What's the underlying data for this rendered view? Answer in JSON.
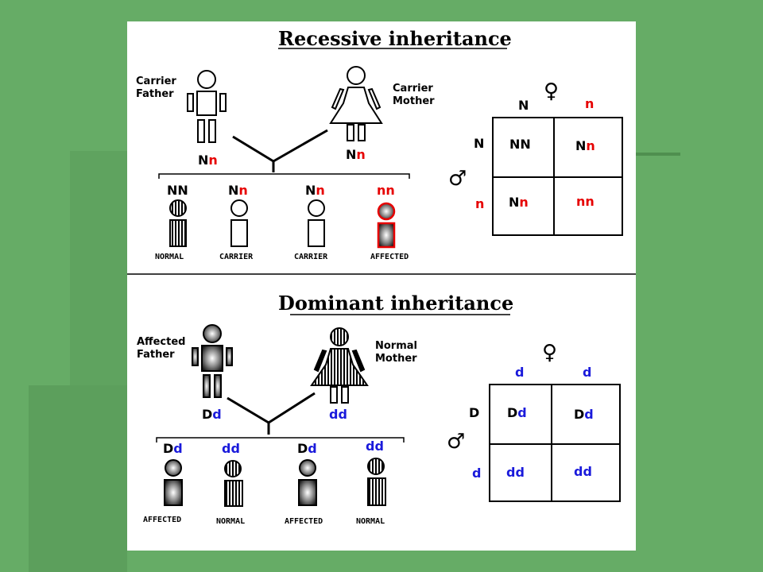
{
  "colors": {
    "background": "#66ac66",
    "panel": "#ffffff",
    "recessive_allele": "#e60000",
    "dominant_context_allele": "#1a1adb"
  },
  "recessive": {
    "title": "Recessive inheritance",
    "father_label": [
      "Carrier",
      "Father"
    ],
    "mother_label": [
      "Carrier",
      "Mother"
    ],
    "father_genotype": [
      "N",
      "n"
    ],
    "mother_genotype": [
      "N",
      "n"
    ],
    "children": [
      {
        "genotype": [
          "N",
          "N"
        ],
        "status": "NORMAL"
      },
      {
        "genotype": [
          "N",
          "n"
        ],
        "status": "CARRIER"
      },
      {
        "genotype": [
          "N",
          "n"
        ],
        "status": "CARRIER"
      },
      {
        "genotype": [
          "n",
          "n"
        ],
        "status": "AFFECTED"
      }
    ],
    "punnett": {
      "female_alleles": [
        "N",
        "n"
      ],
      "male_alleles": [
        "N",
        "n"
      ],
      "cells": [
        [
          "N",
          "N"
        ],
        [
          "N",
          "n"
        ],
        [
          "N",
          "n"
        ],
        [
          "n",
          "n"
        ]
      ],
      "female_symbol": "♀",
      "male_symbol": "♂"
    }
  },
  "dominant": {
    "title": "Dominant inheritance",
    "father_label": [
      "Affected",
      "Father"
    ],
    "mother_label": [
      "Normal",
      "Mother"
    ],
    "father_genotype": [
      "D",
      "d"
    ],
    "mother_genotype": [
      "d",
      "d"
    ],
    "children": [
      {
        "genotype": [
          "D",
          "d"
        ],
        "status": "AFFECTED"
      },
      {
        "genotype": [
          "d",
          "d"
        ],
        "status": "NORMAL"
      },
      {
        "genotype": [
          "D",
          "d"
        ],
        "status": "AFFECTED"
      },
      {
        "genotype": [
          "d",
          "d"
        ],
        "status": "NORMAL"
      }
    ],
    "punnett": {
      "female_alleles": [
        "d",
        "d"
      ],
      "male_alleles": [
        "D",
        "d"
      ],
      "cells": [
        [
          "D",
          "d"
        ],
        [
          "D",
          "d"
        ],
        [
          "d",
          "d"
        ],
        [
          "d",
          "d"
        ]
      ],
      "female_symbol": "♀",
      "male_symbol": "♂"
    }
  }
}
